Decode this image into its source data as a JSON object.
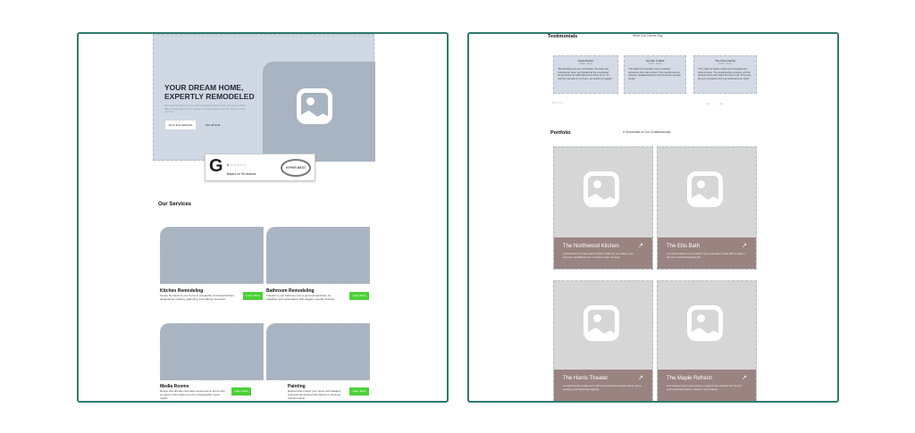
{
  "hero": {
    "title_line1": "YOUR DREAM HOME,",
    "title_line2": "EXPERTLY REMODELED",
    "body": "We transform ordinary houses with exceptional craftsmanship, turning your kitchen, bath or living spaces into the beautiful, functional spaces you have dreamed of all your lives.",
    "primary_button": "Get A Free Estimate",
    "secondary_link": "See all work"
  },
  "reviews": {
    "logo": "G",
    "rating": "5",
    "stars": "★★★★★",
    "text": "Based on",
    "count": "90 reviews",
    "badge": "HYPER BEST"
  },
  "services": {
    "title": "Our Services",
    "button": "Learn More",
    "items": [
      {
        "title": "Kitchen Remodeling",
        "desc": "Create the heart of your home in a beautiful, functional kitchen designed for cooking, gathering, and making memories."
      },
      {
        "title": "Bathroom Remodeling",
        "desc": "Transform your bathroom into a personal sanctuary for relaxation and rejuvenation with elegant, spa-like finishes."
      },
      {
        "title": "Media Rooms",
        "desc": "Design the ultimate cinematic experience at home with a custom-built media room for unforgettable movie nights."
      },
      {
        "title": "Painting",
        "desc": "Refresh and protect your home with flawless, professional painting that delivers a stunning transformation."
      }
    ]
  },
  "testimonials": {
    "title": "Testimonials",
    "subtitle": "What Our Clients Say",
    "prev": "←",
    "next": "→",
    "items": [
      {
        "name": "Cayla Robert",
        "location": "Austin, Texas",
        "quote": "\"We absolutely love our new kitchen! The team was professional, clean, and handled all the unexpected issues behind our walls without any stress on us. It's now the true heart of our home, we couldn't be happier.\""
      },
      {
        "name": "Jennifer & Mark",
        "location": "Austin, Texas",
        "quote": "\"The bathroom renovation was a seamless experience from start to finish. They transformed our cramped, outdated bathroom into a luxurious spa-like retreat.\""
      },
      {
        "name": "The Chen Family",
        "location": "Austin, Texas",
        "quote": "\"They took our dream media room and guided the whole process. The soundproofing is perfect, and the painted accent wall makes the screen pop. They were the only contractors who truly understood our vision.\""
      }
    ]
  },
  "portfolio": {
    "title": "Portfolio",
    "subtitle": "A Showcase of Our Craftsmanship",
    "items": [
      {
        "title": "The Northwood Kitchen",
        "desc": "A full kitchen remodel with custom cabinetry, an island, and premium appliances for a modern open concept."
      },
      {
        "title": "The Ellis Bath",
        "desc": "A master bathroom renovation into a spa-like retreat with a walk-in shower and freestanding tub."
      },
      {
        "title": "The Harris Theater",
        "desc": "A custom-built media room with professional soundproofing, tiered seating, and cinematic lighting."
      },
      {
        "title": "The Maple Refresh",
        "desc": "A complete interior and exterior repaint that updated the home's entire aesthetic with a modern color palette."
      }
    ]
  }
}
